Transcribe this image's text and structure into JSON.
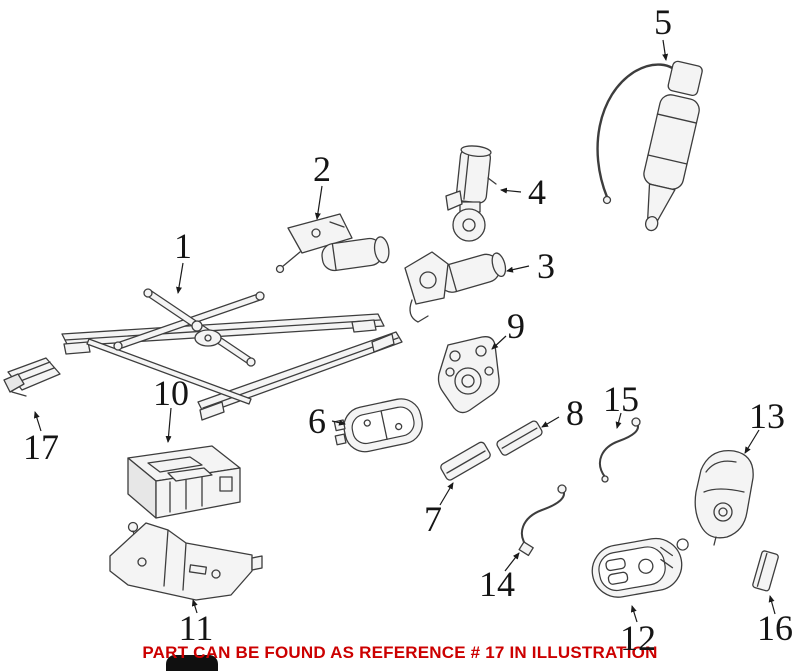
{
  "page": {
    "background": "#ffffff"
  },
  "diagram": {
    "line_color": "#3d3d3d",
    "label_color": "#151515",
    "labels": [
      "1",
      "2",
      "3",
      "4",
      "5",
      "6",
      "7",
      "8",
      "9",
      "10",
      "11",
      "12",
      "13",
      "14",
      "15",
      "16",
      "17"
    ]
  },
  "caption": {
    "text": "PART CAN BE FOUND AS REFERENCE # 17 IN ILLUSTRATION",
    "color": "#cc0000"
  }
}
